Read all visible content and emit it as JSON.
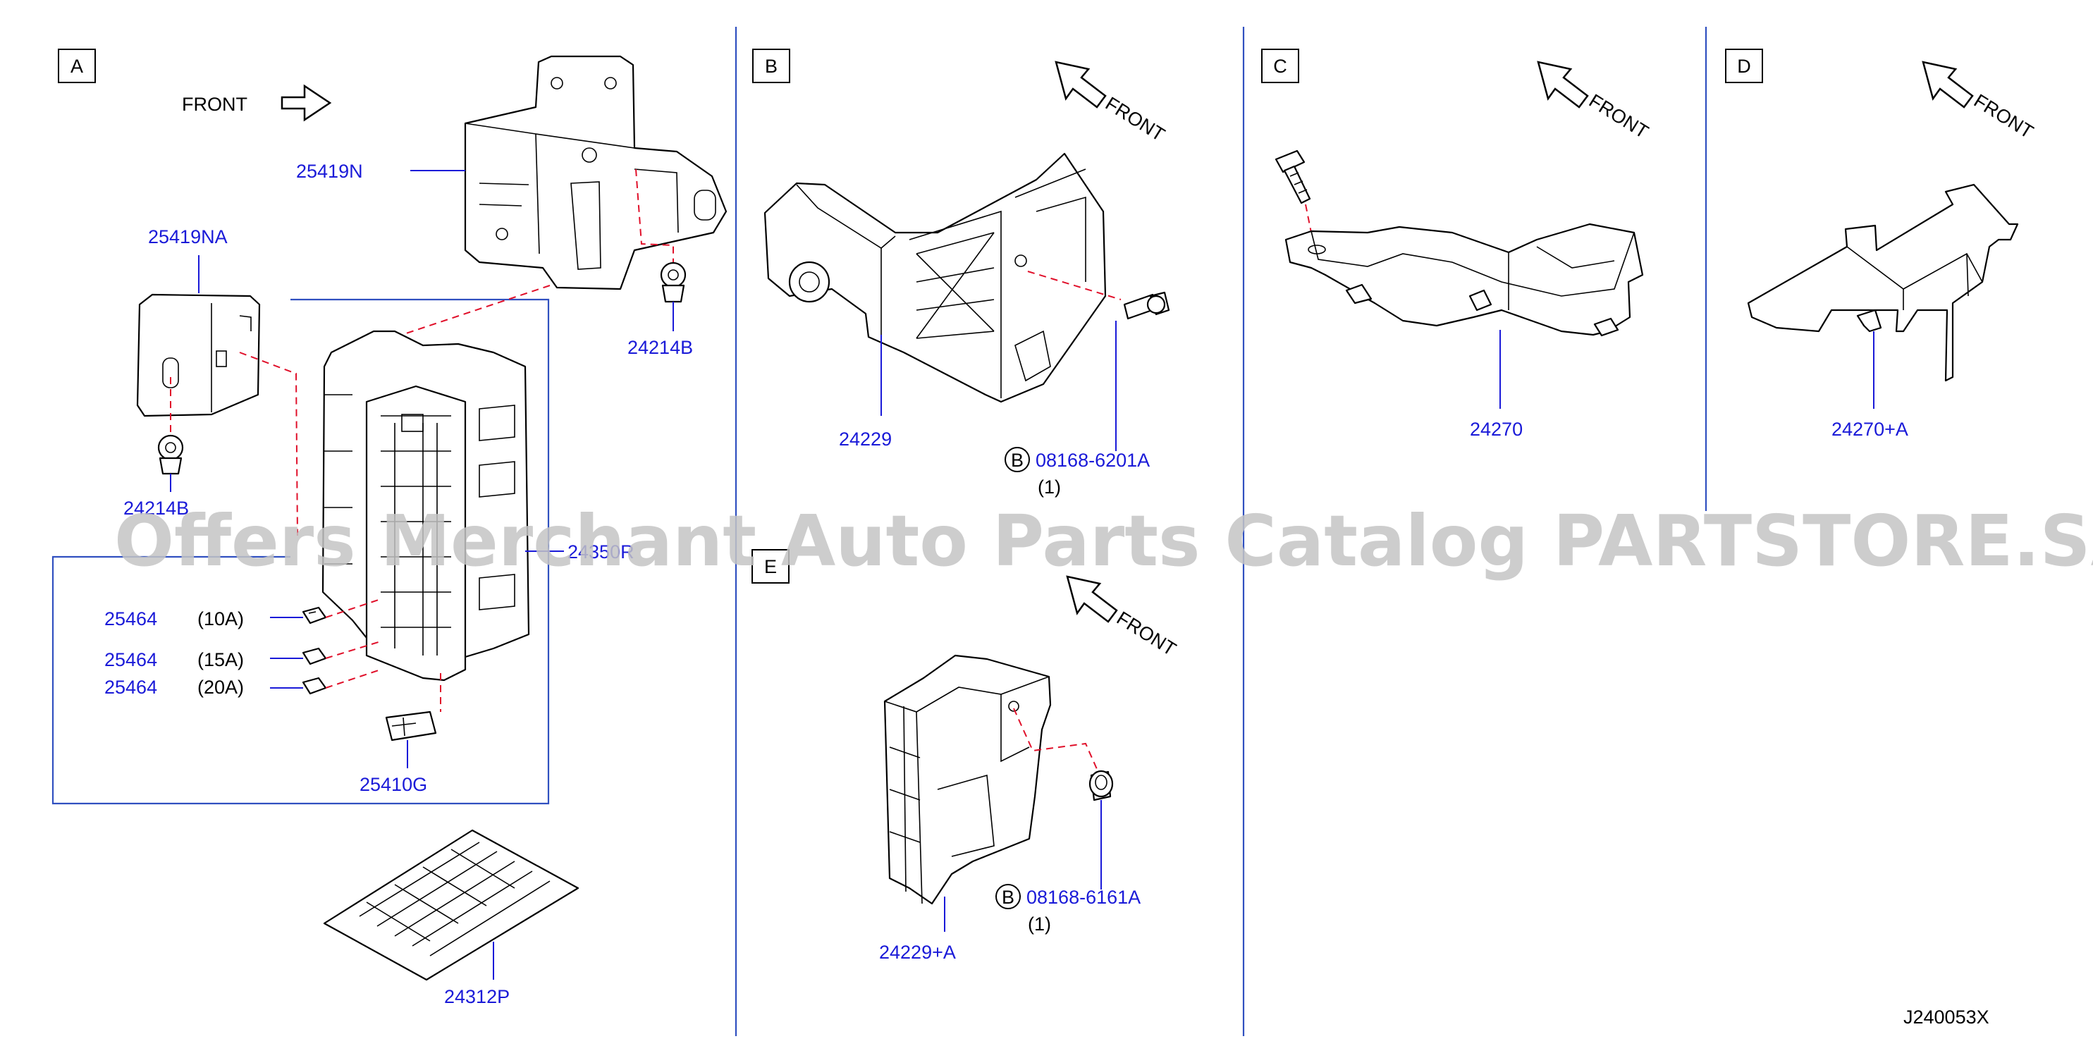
{
  "sections": {
    "a": "A",
    "b": "B",
    "c": "C",
    "d": "D",
    "e": "E"
  },
  "front_label": "FRONT",
  "parts": {
    "p25419N": "25419N",
    "p25419NA": "25419NA",
    "p24214B_a": "24214B",
    "p24214B_b": "24214B",
    "p24350R": "24350R",
    "p25464_1": "25464",
    "p25464_2": "25464",
    "p25464_3": "25464",
    "p25410G": "25410G",
    "p24312P": "24312P",
    "p24229": "24229",
    "p08168_6201A": "08168-6201A",
    "p24229A": "24229+A",
    "p08168_6161A": "08168-6161A",
    "p24270": "24270",
    "p24270A": "24270+A"
  },
  "amps": {
    "a10": "(10A)",
    "a15": "(15A)",
    "a20": "(20A)"
  },
  "qty": {
    "q1": "(1)",
    "q2": "(1)"
  },
  "bolt_marker": "B",
  "diagram_code": "J240053X",
  "watermark": "Offers Merchant Auto Parts Catalog PARTSTORE.SA",
  "colors": {
    "part_number": "#1a1ad8",
    "leader_dash": "#e0102a",
    "divider": "#3050c0",
    "watermark": "#c4c4c4"
  }
}
